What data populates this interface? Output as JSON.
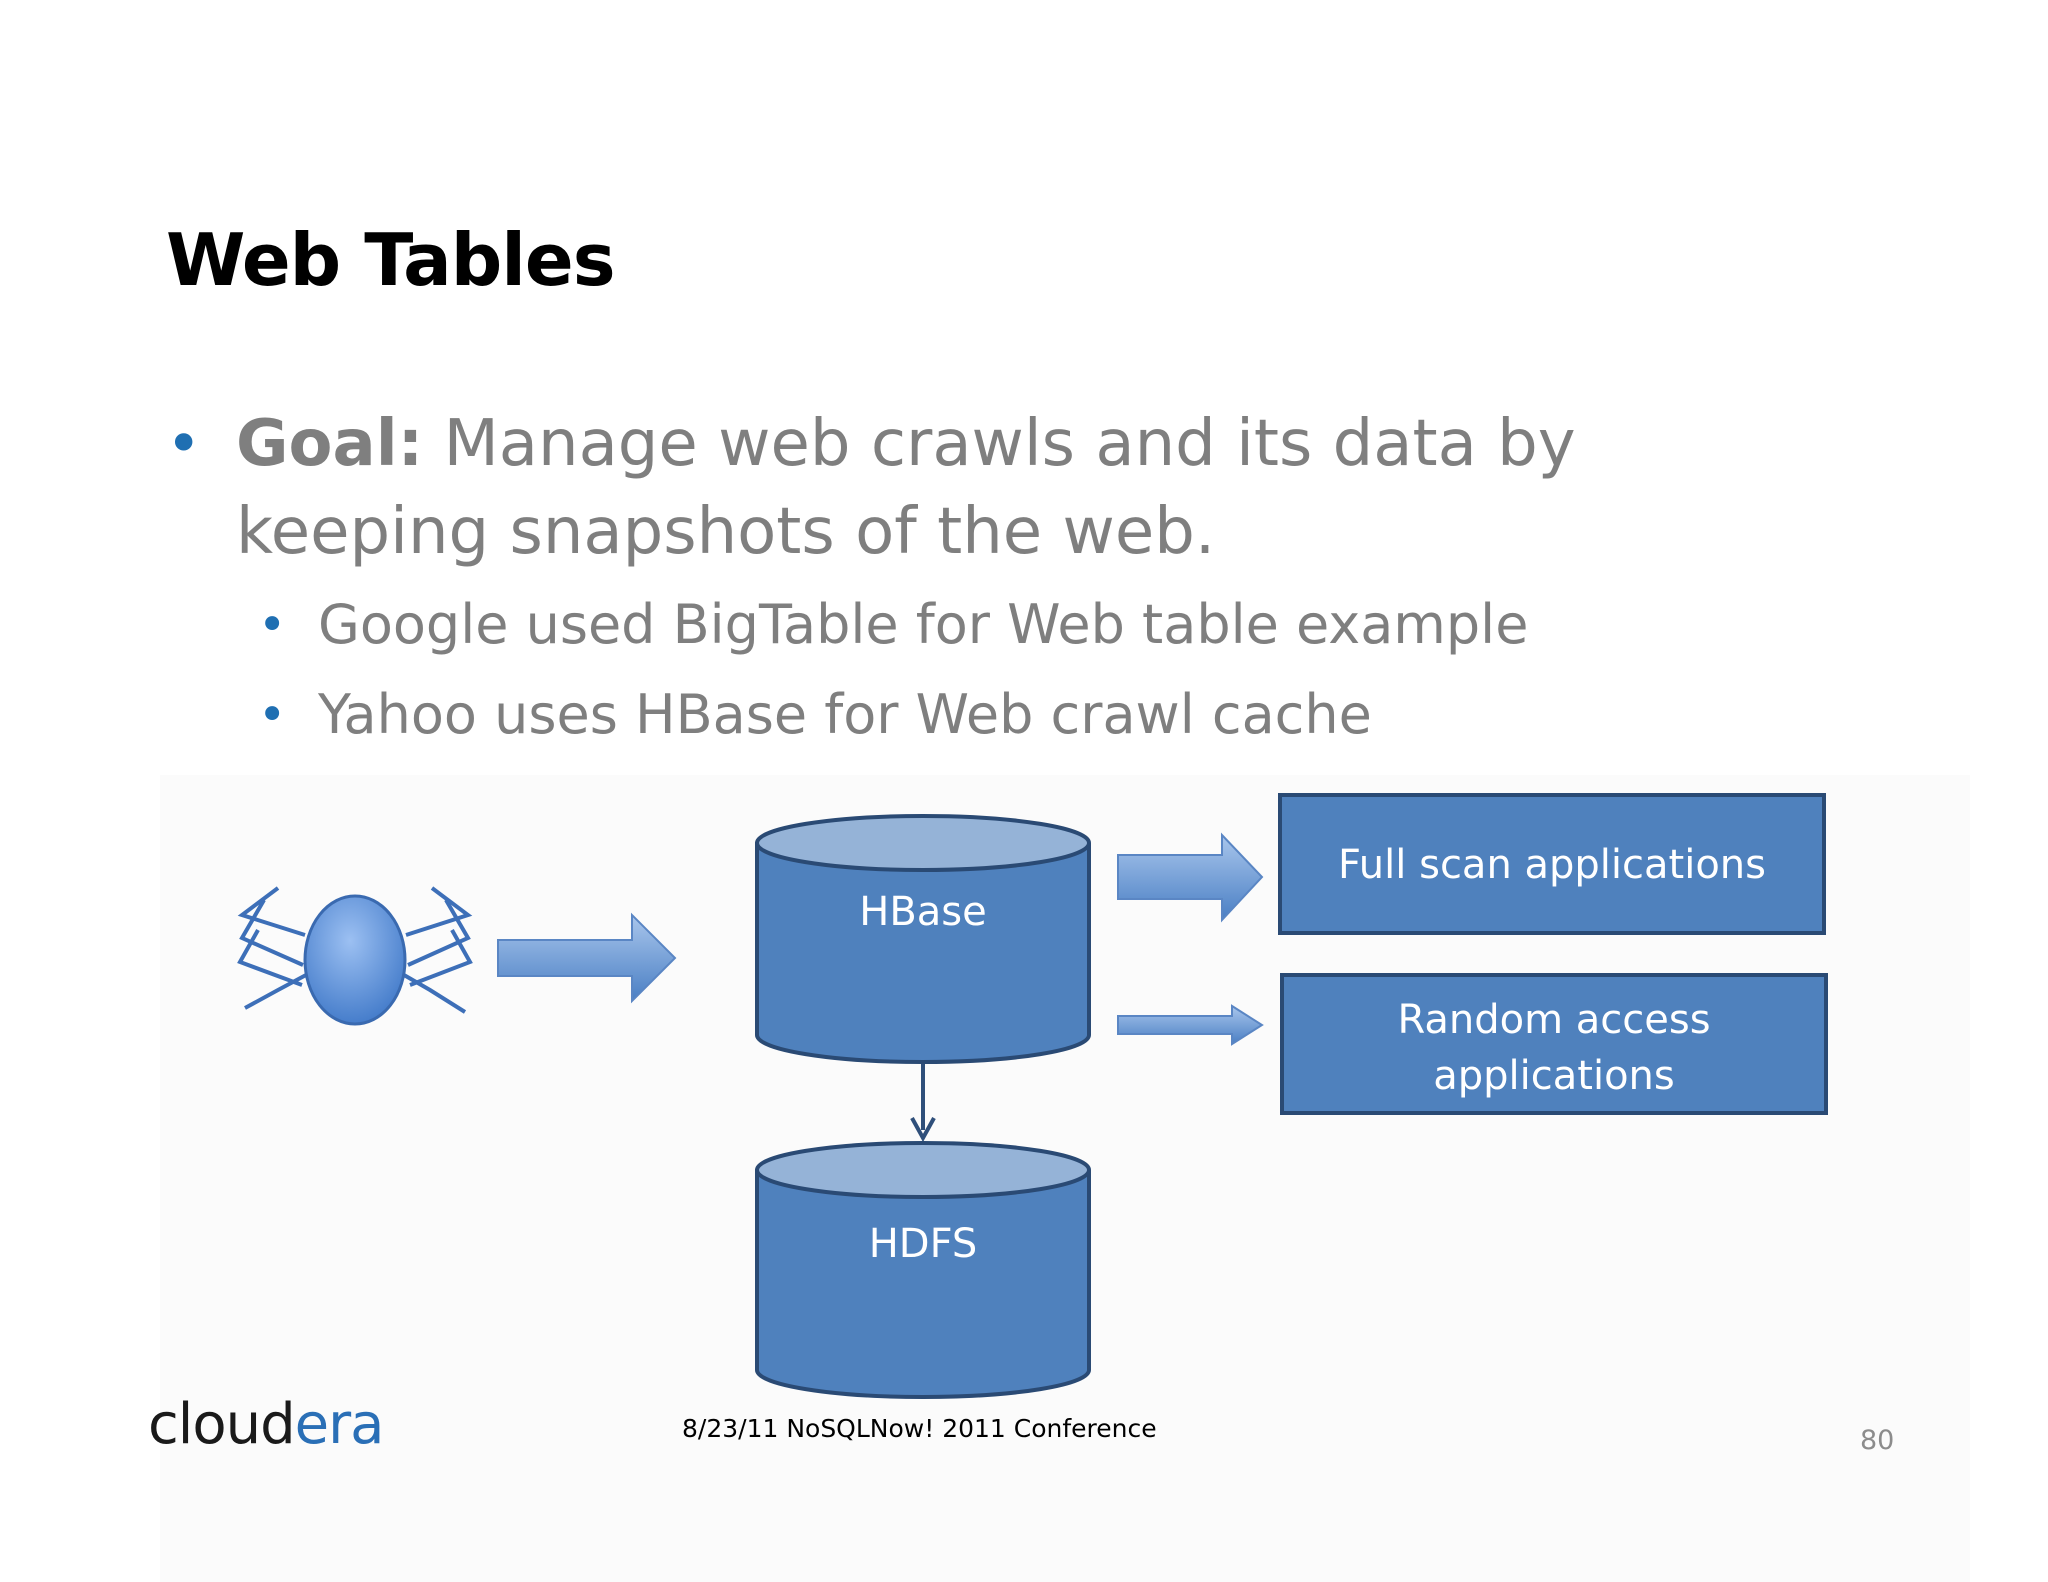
{
  "slide": {
    "title": "Web Tables",
    "bullet": {
      "lead": "Goal:",
      "text": " Manage web crawls and its data by keeping snapshots of the web."
    },
    "sub_bullets": [
      "Google used BigTable for Web table example",
      "Yahoo uses HBase for Web crawl cache"
    ]
  },
  "diagram": {
    "hbase_label": "HBase",
    "hdfs_label": "HDFS",
    "full_scan_label": "Full scan applications",
    "random_access_line1": "Random access",
    "random_access_line2": "applications",
    "icons": [
      "spider-icon"
    ],
    "colors": {
      "box_fill": "#4f81bd",
      "box_stroke": "#2a4a74",
      "cylinder_top": "#95b3d7",
      "bullet": "#1f6fb2"
    }
  },
  "footer": {
    "date_event": "8/23/11  NoSQLNow! 2011 Conference",
    "page_number": "80",
    "logo_part1": "cloud",
    "logo_part2": "era"
  }
}
